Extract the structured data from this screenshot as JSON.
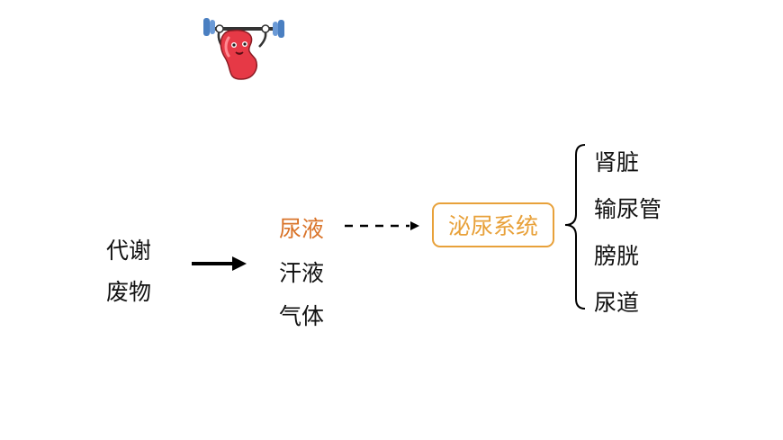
{
  "colors": {
    "accent": "#e8a13a",
    "highlight_text": "#d9742a",
    "text": "#111111",
    "kidney": "#e63946",
    "dumbbell": "#4a7fc1"
  },
  "mascot": {
    "icon": "kidney-lifting-dumbbell-icon"
  },
  "source": {
    "line1": "代谢",
    "line2": "废物"
  },
  "products": [
    {
      "label": "尿液",
      "highlight": true
    },
    {
      "label": "汗液",
      "highlight": false
    },
    {
      "label": "气体",
      "highlight": false
    }
  ],
  "system": {
    "label": "泌尿系统"
  },
  "organs": [
    "肾脏",
    "输尿管",
    "膀胱",
    "尿道"
  ]
}
